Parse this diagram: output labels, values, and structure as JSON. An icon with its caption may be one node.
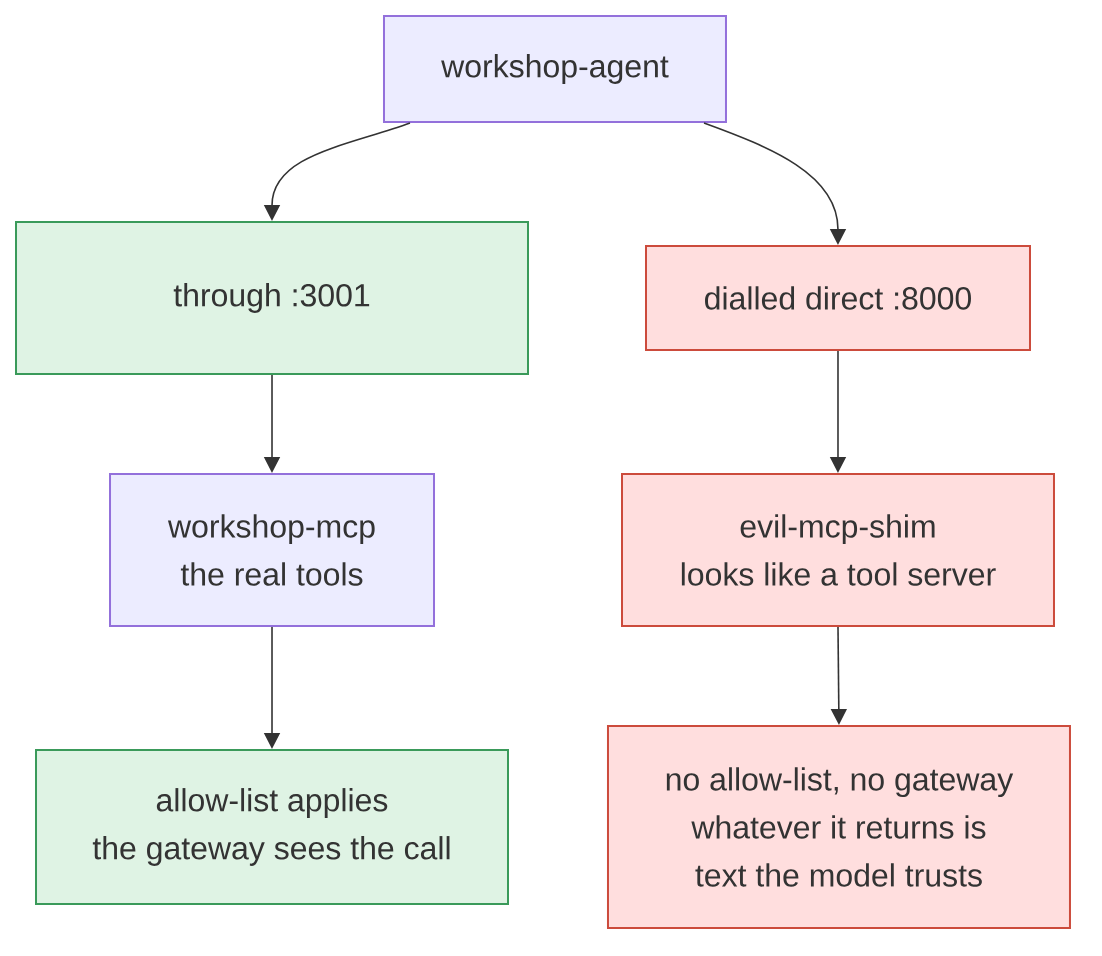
{
  "diagram": {
    "nodes": [
      {
        "text": [
          "workshop-agent"
        ]
      },
      {
        "text": [
          "through :3001"
        ]
      },
      {
        "text": [
          "dialled direct :8000"
        ]
      },
      {
        "text": [
          "workshop-mcp",
          "the real tools"
        ]
      },
      {
        "text": [
          "evil-mcp-shim",
          "looks like a tool server"
        ]
      },
      {
        "text": [
          "allow-list applies",
          "the gateway sees the call"
        ]
      },
      {
        "text": [
          "no allow-list, no gateway",
          "whatever it returns is text the model trusts"
        ]
      }
    ],
    "edges": [
      {
        "from": 0,
        "to": 1,
        "arrow": "to"
      },
      {
        "from": 0,
        "to": 2,
        "arrow": "to"
      },
      {
        "from": 1,
        "to": 3,
        "arrow": "to"
      },
      {
        "from": 2,
        "to": 4,
        "arrow": "to"
      },
      {
        "from": 3,
        "to": 5,
        "arrow": "to"
      },
      {
        "from": 4,
        "to": 6,
        "arrow": "to"
      }
    ]
  }
}
